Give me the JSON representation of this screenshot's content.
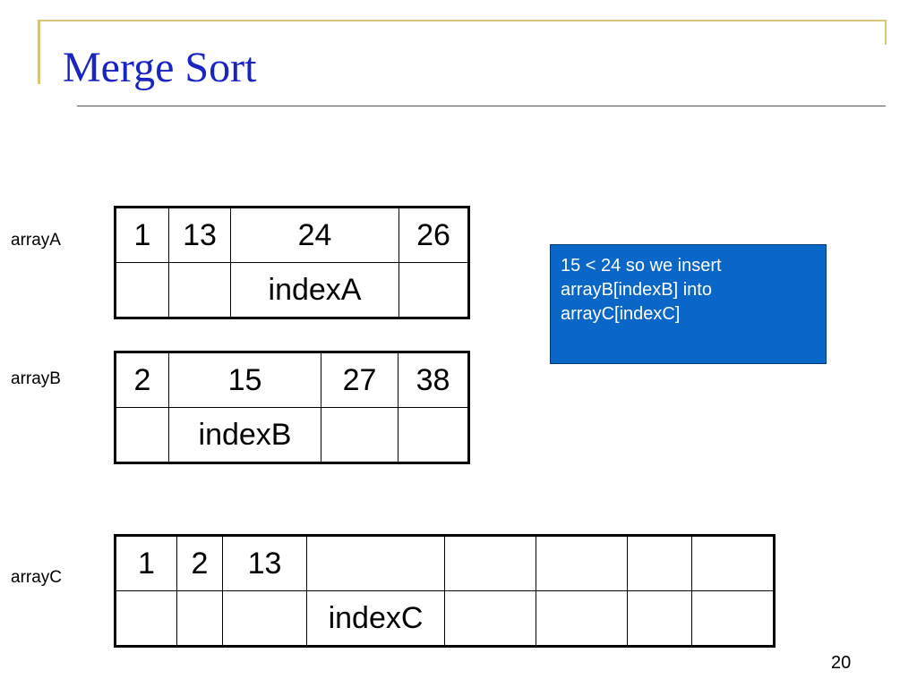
{
  "slide": {
    "title": "Merge Sort",
    "page_number": "20"
  },
  "labels": {
    "arrayA": "arrayA",
    "arrayB": "arrayB",
    "arrayC": "arrayC"
  },
  "arrayA": {
    "values": [
      "1",
      "13",
      "24",
      "26"
    ],
    "pointer": "indexA"
  },
  "arrayB": {
    "values": [
      "2",
      "15",
      "27",
      "38"
    ],
    "pointer": "indexB"
  },
  "arrayC": {
    "values": [
      "1",
      "2",
      "13",
      "",
      "",
      "",
      "",
      ""
    ],
    "pointer": "indexC"
  },
  "callout": {
    "lines": [
      "15 < 24 so we insert",
      "arrayB[indexB] into",
      "arrayC[indexC]"
    ]
  },
  "colors": {
    "title": "#1a24c0",
    "callout_background": "#0a67c7",
    "callout_text": "#ffffff",
    "accent_frame": "#d9c675"
  }
}
